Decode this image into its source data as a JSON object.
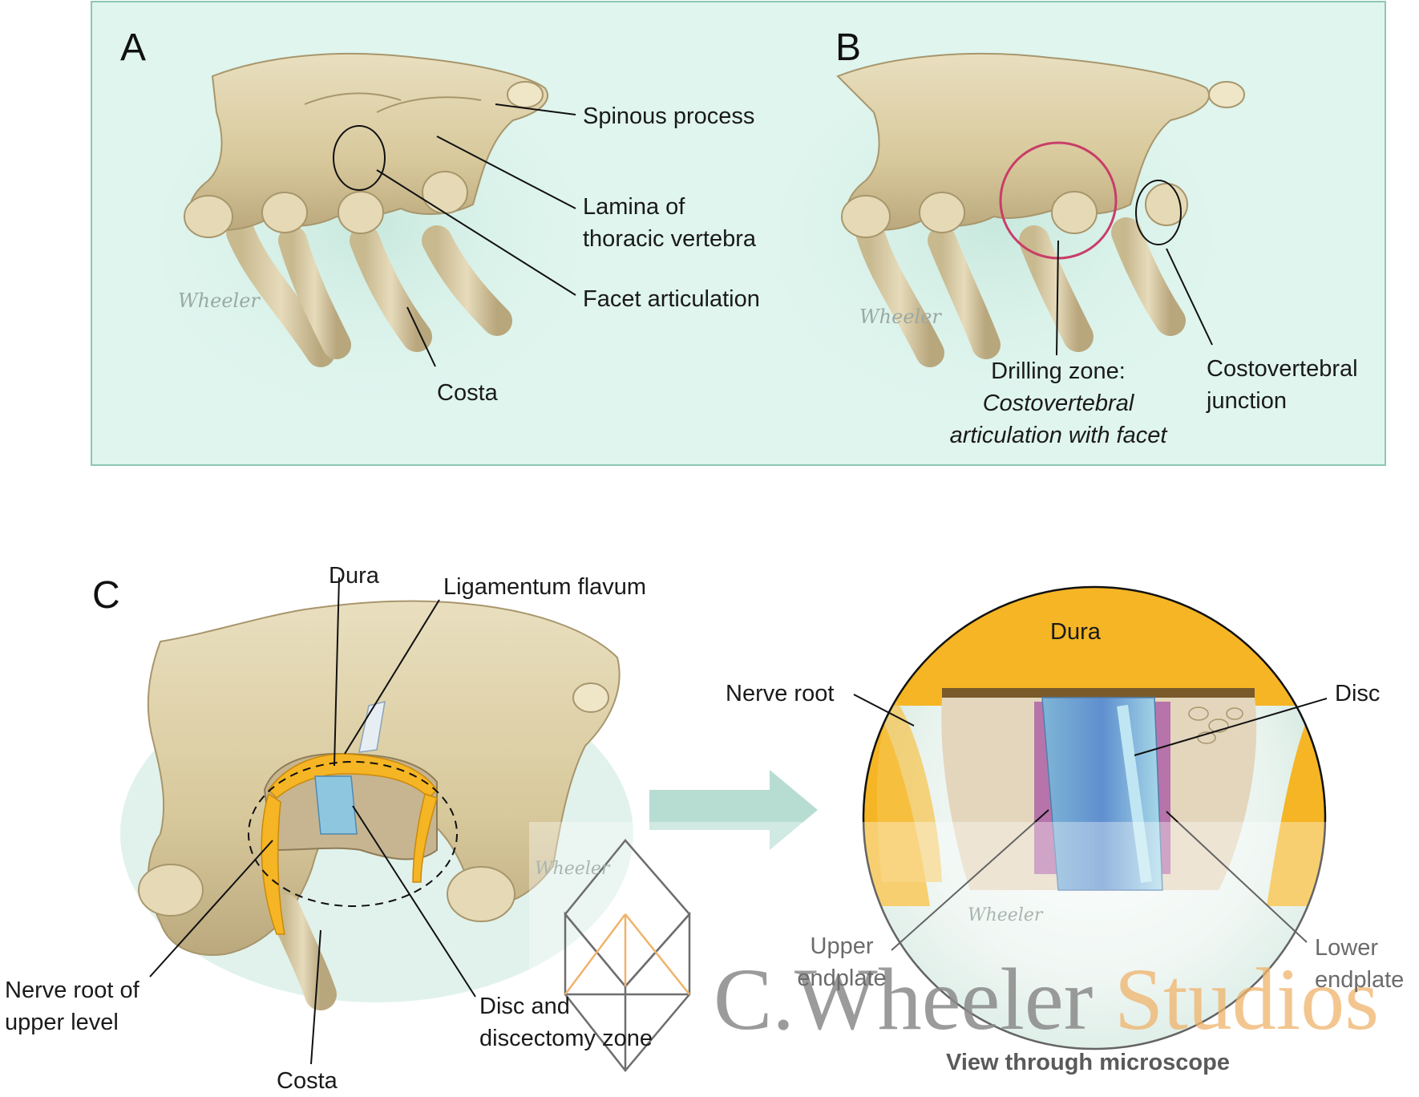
{
  "panels": {
    "a": {
      "letter": "A"
    },
    "b": {
      "letter": "B"
    },
    "c": {
      "letter": "C"
    }
  },
  "labels": {
    "spinous_process": "Spinous process",
    "lamina": "Lamina of\nthoracic vertebra",
    "facet_articulation": "Facet articulation",
    "costa_a": "Costa",
    "drilling_zone": "Drilling zone:",
    "drilling_zone_detail": "Costovertebral\narticulation with facet",
    "costovertebral_junction": "Costovertebral\njunction",
    "dura_c": "Dura",
    "ligamentum_flavum": "Ligamentum flavum",
    "nerve_root_upper": "Nerve root of\nupper level",
    "costa_c": "Costa",
    "disc_discectomy": "Disc and\ndiscectomy zone",
    "dura_view": "Dura",
    "nerve_root": "Nerve root",
    "disc": "Disc",
    "upper_endplate": "Upper\nendplate",
    "lower_endplate": "Lower\nendplate",
    "view_caption": "View through microscope"
  },
  "signatures": [
    "Wheeler",
    "Wheeler",
    "Wheeler",
    "Wheeler"
  ],
  "watermark": {
    "text_part1": "C.Wheeler",
    "text_part2": "Studios"
  },
  "colors": {
    "panel_bg": "#dff5ee",
    "panel_border": "#8cc7b6",
    "bone": "#dccfa6",
    "bone_shadow": "#b3a27a",
    "drill_circle": "#c83d68",
    "dura_yellow": "#f5b524",
    "disc_blue": "#8fc6df",
    "endplate_purple": "#a24aa2",
    "arrow": "#b7ddd3",
    "watermark_grey": "#8a8a8a",
    "watermark_orange": "#f0b36b"
  }
}
